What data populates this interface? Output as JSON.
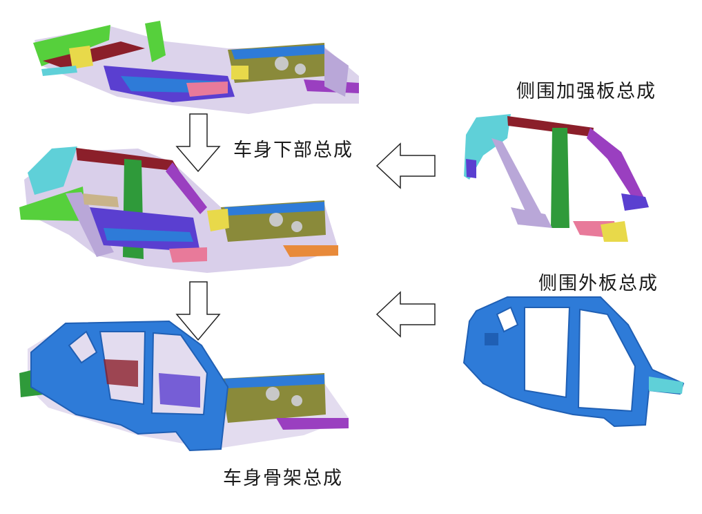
{
  "labels": {
    "underbody": "车身下部总成",
    "side_reinforcement": "侧围加强板总成",
    "side_outer": "侧围外板总成",
    "bodyframe": "车身骨架总成"
  },
  "colors": {
    "blue": "#2e7bd8",
    "blue_dark": "#1f5fb4",
    "cyan": "#5fd0d8",
    "maroon": "#8b1f2a",
    "green": "#2f9a3a",
    "lime": "#56d03c",
    "purple": "#9a3fc0",
    "violet": "#5a3fd0",
    "lavender": "#b9a7d8",
    "tan": "#c9b48a",
    "yellow": "#e8d94a",
    "orange": "#e88a3a",
    "pink": "#e87a9a",
    "olive": "#8a8a3a"
  }
}
